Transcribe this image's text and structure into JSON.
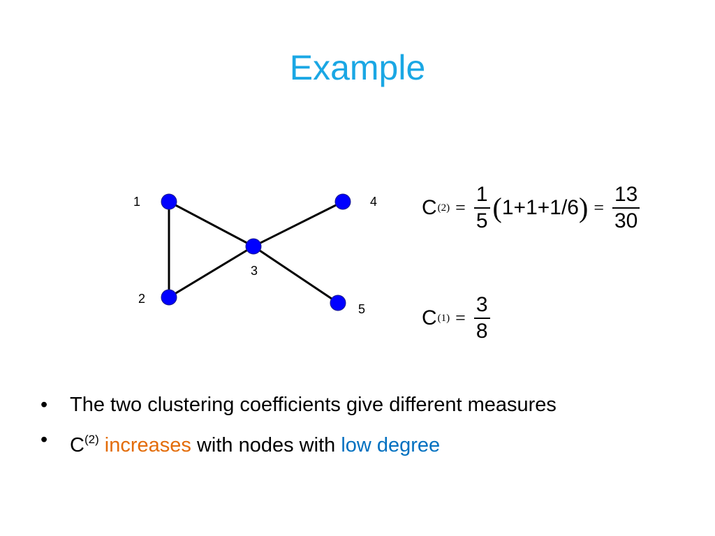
{
  "title": "Example",
  "graph": {
    "node_color": "#0000ff",
    "edge_color": "#000000",
    "nodes": [
      {
        "id": "1",
        "label": "1"
      },
      {
        "id": "2",
        "label": "2"
      },
      {
        "id": "3",
        "label": "3"
      },
      {
        "id": "4",
        "label": "4"
      },
      {
        "id": "5",
        "label": "5"
      }
    ],
    "edges": [
      [
        "1",
        "2"
      ],
      [
        "1",
        "3"
      ],
      [
        "2",
        "3"
      ],
      [
        "3",
        "4"
      ],
      [
        "3",
        "5"
      ]
    ]
  },
  "formula_c2": {
    "symbol": "C",
    "superscript": "(2)",
    "equals": "=",
    "frac1_num": "1",
    "frac1_den": "5",
    "open_paren": "(",
    "terms": "1+1+1/6",
    "close_paren": ")",
    "equals2": "=",
    "frac2_num": "13",
    "frac2_den": "30"
  },
  "formula_c1": {
    "symbol": "C",
    "superscript": "(1)",
    "equals": "=",
    "frac_num": "3",
    "frac_den": "8"
  },
  "bullets": {
    "marker": "•",
    "item1": "The two clustering coefficients give different measures",
    "item2": {
      "symbol": "C",
      "superscript": "(2)",
      "word_increases": "increases",
      "middle": " with nodes with ",
      "low_degree": "low degree"
    }
  },
  "colors": {
    "title": "#1aa7e4",
    "increases": "#e36c09",
    "low_degree": "#0070c0"
  }
}
